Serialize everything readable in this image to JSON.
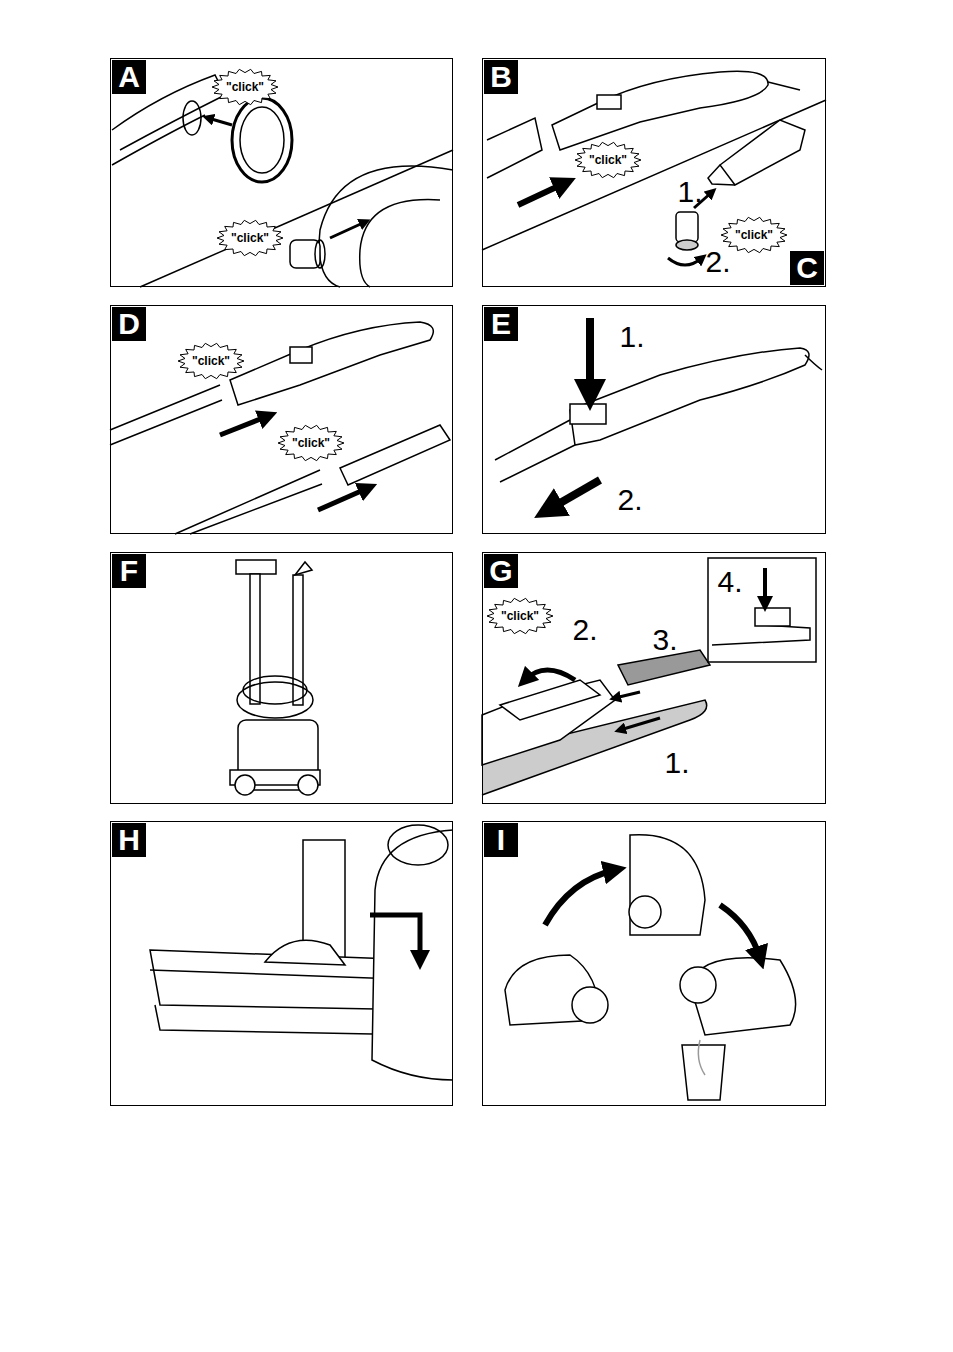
{
  "diagram": {
    "nodes": [
      {
        "text": [
          "A"
        ]
      },
      {
        "text": [
          "B",
          "C"
        ]
      },
      {
        "text": [
          "D"
        ]
      },
      {
        "text": [
          "E"
        ]
      },
      {
        "text": [
          "F"
        ]
      },
      {
        "text": [
          "G"
        ]
      },
      {
        "text": [
          "H"
        ]
      },
      {
        "text": [
          "I"
        ]
      }
    ],
    "labels": [
      "\"click\"",
      "\"click\"",
      "\"click\"",
      "1.",
      "\"click\"",
      "2.",
      "\"click\"",
      "\"click\"",
      "1.",
      "2.",
      "\"click\"",
      "2.",
      "3.",
      "4.",
      "1."
    ]
  }
}
